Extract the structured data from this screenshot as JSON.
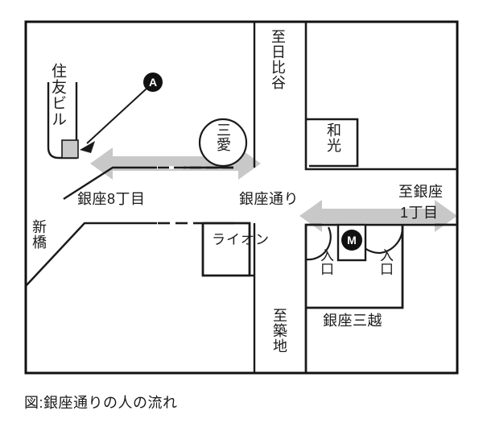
{
  "figure": {
    "caption": "図:銀座通りの人の流れ",
    "frame_color": "#111111",
    "line_color": "#1a1a1a",
    "arrow_color": "#c8c8c8",
    "marker_fill": "#111111",
    "building_fill": "#c9c9c9"
  },
  "map": {
    "buildings": [
      {
        "id": "sumitomo",
        "label": "住友ビル"
      },
      {
        "id": "sanai",
        "label": "三愛"
      },
      {
        "id": "wako",
        "label": "和光"
      },
      {
        "id": "lion",
        "label": "ライオン"
      },
      {
        "id": "mitsukoshi",
        "label": "銀座三越"
      }
    ],
    "entrances": [
      {
        "id": "entrance-left",
        "label": "入口"
      },
      {
        "id": "entrance-right",
        "label": "入口"
      }
    ],
    "streets": [
      {
        "id": "ginza-8chome",
        "label": "銀座8丁目"
      },
      {
        "id": "ginza-dori",
        "label": "銀座通り"
      },
      {
        "id": "shimbashi",
        "label": "新橋"
      }
    ],
    "directions": [
      {
        "id": "to-hibiya",
        "label": "至日比谷"
      },
      {
        "id": "to-tsukiji",
        "label": "至築地"
      },
      {
        "id": "to-ginza-1chome-line1",
        "label": "至銀座"
      },
      {
        "id": "to-ginza-1chome-line2",
        "label": "1丁目"
      }
    ],
    "markers": [
      {
        "id": "marker-a",
        "label": "A",
        "shape": "filled-circle"
      },
      {
        "id": "marker-metro",
        "label": "M",
        "shape": "filled-circle-boxed"
      }
    ],
    "flow_arrows": [
      {
        "id": "flow-arrow-west",
        "type": "double-headed",
        "orientation": "horizontal"
      },
      {
        "id": "flow-arrow-east",
        "type": "double-headed",
        "orientation": "horizontal"
      }
    ]
  }
}
